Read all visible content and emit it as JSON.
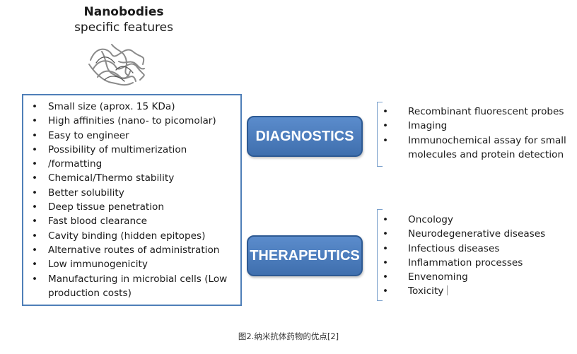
{
  "header": {
    "title": "Nanobodies",
    "subtitle": "specific features"
  },
  "features": [
    "Small size (aprox. 15 KDa)",
    "High affinities (nano- to picomolar)",
    "Easy to engineer",
    "Possibility of multimerization",
    "/formatting",
    "Chemical/Thermo stability",
    "Better solubility",
    "Deep tissue penetration",
    "Fast blood clearance",
    "Cavity binding (hidden epitopes)",
    "Alternative routes of administration",
    "Low immunogenicity",
    "Manufacturing in microbial cells (Low",
    "production costs)"
  ],
  "diagnostics": {
    "label": "DIAGNOSTICS",
    "items": [
      "Recombinant fluorescent probes",
      "Imaging",
      "Immunochemical assay for small",
      "molecules and protein detection"
    ]
  },
  "therapeutics": {
    "label": "THERAPEUTICS",
    "items": [
      "Oncology",
      "Neurodegenerative diseases",
      "Infectious diseases",
      "Inflammation processes",
      "Envenoming",
      "Toxicity"
    ]
  },
  "caption": "图2.纳米抗体药物的优点[2]",
  "colors": {
    "box_border": "#4f7fb8",
    "pill_fill": "#4a7cbd",
    "pill_border": "#2e5a93",
    "bracket": "#7aa0cc"
  }
}
